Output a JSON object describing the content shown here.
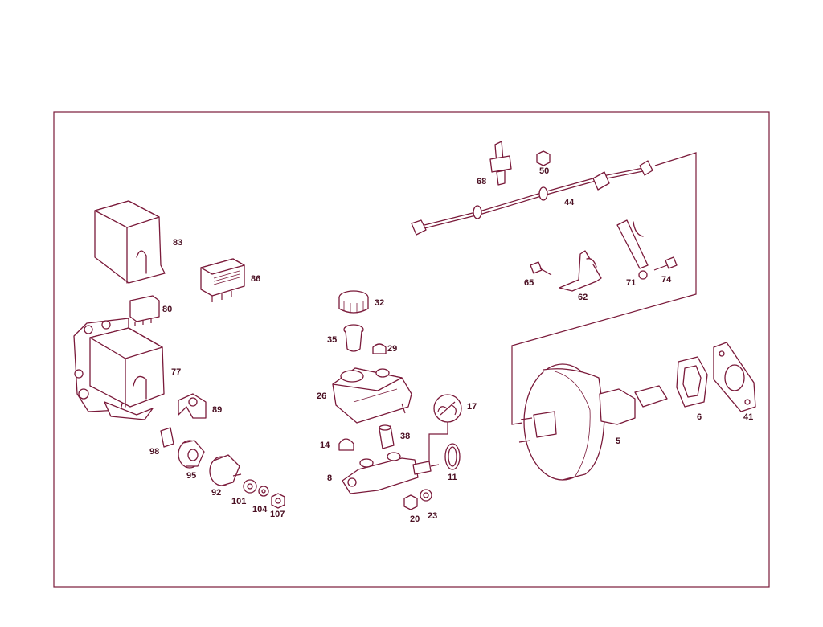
{
  "colors": {
    "line": "#7a1a3a",
    "label": "#4a0f22",
    "background": "#ffffff"
  },
  "labels": {
    "p83": "83",
    "p86": "86",
    "p80": "80",
    "p77": "77",
    "p89": "89",
    "p98": "98",
    "p95": "95",
    "p92": "92",
    "p101": "101",
    "p104": "104",
    "p107": "107",
    "p68": "68",
    "p50": "50",
    "p44": "44",
    "p65": "65",
    "p62": "62",
    "p71": "71",
    "p74": "74",
    "p32": "32",
    "p35": "35",
    "p29": "29",
    "p26": "26",
    "p17": "17",
    "p38": "38",
    "p14": "14",
    "p8": "8",
    "p11": "11",
    "p20": "20",
    "p23": "23",
    "p5": "5",
    "p6": "6",
    "p41": "41"
  }
}
